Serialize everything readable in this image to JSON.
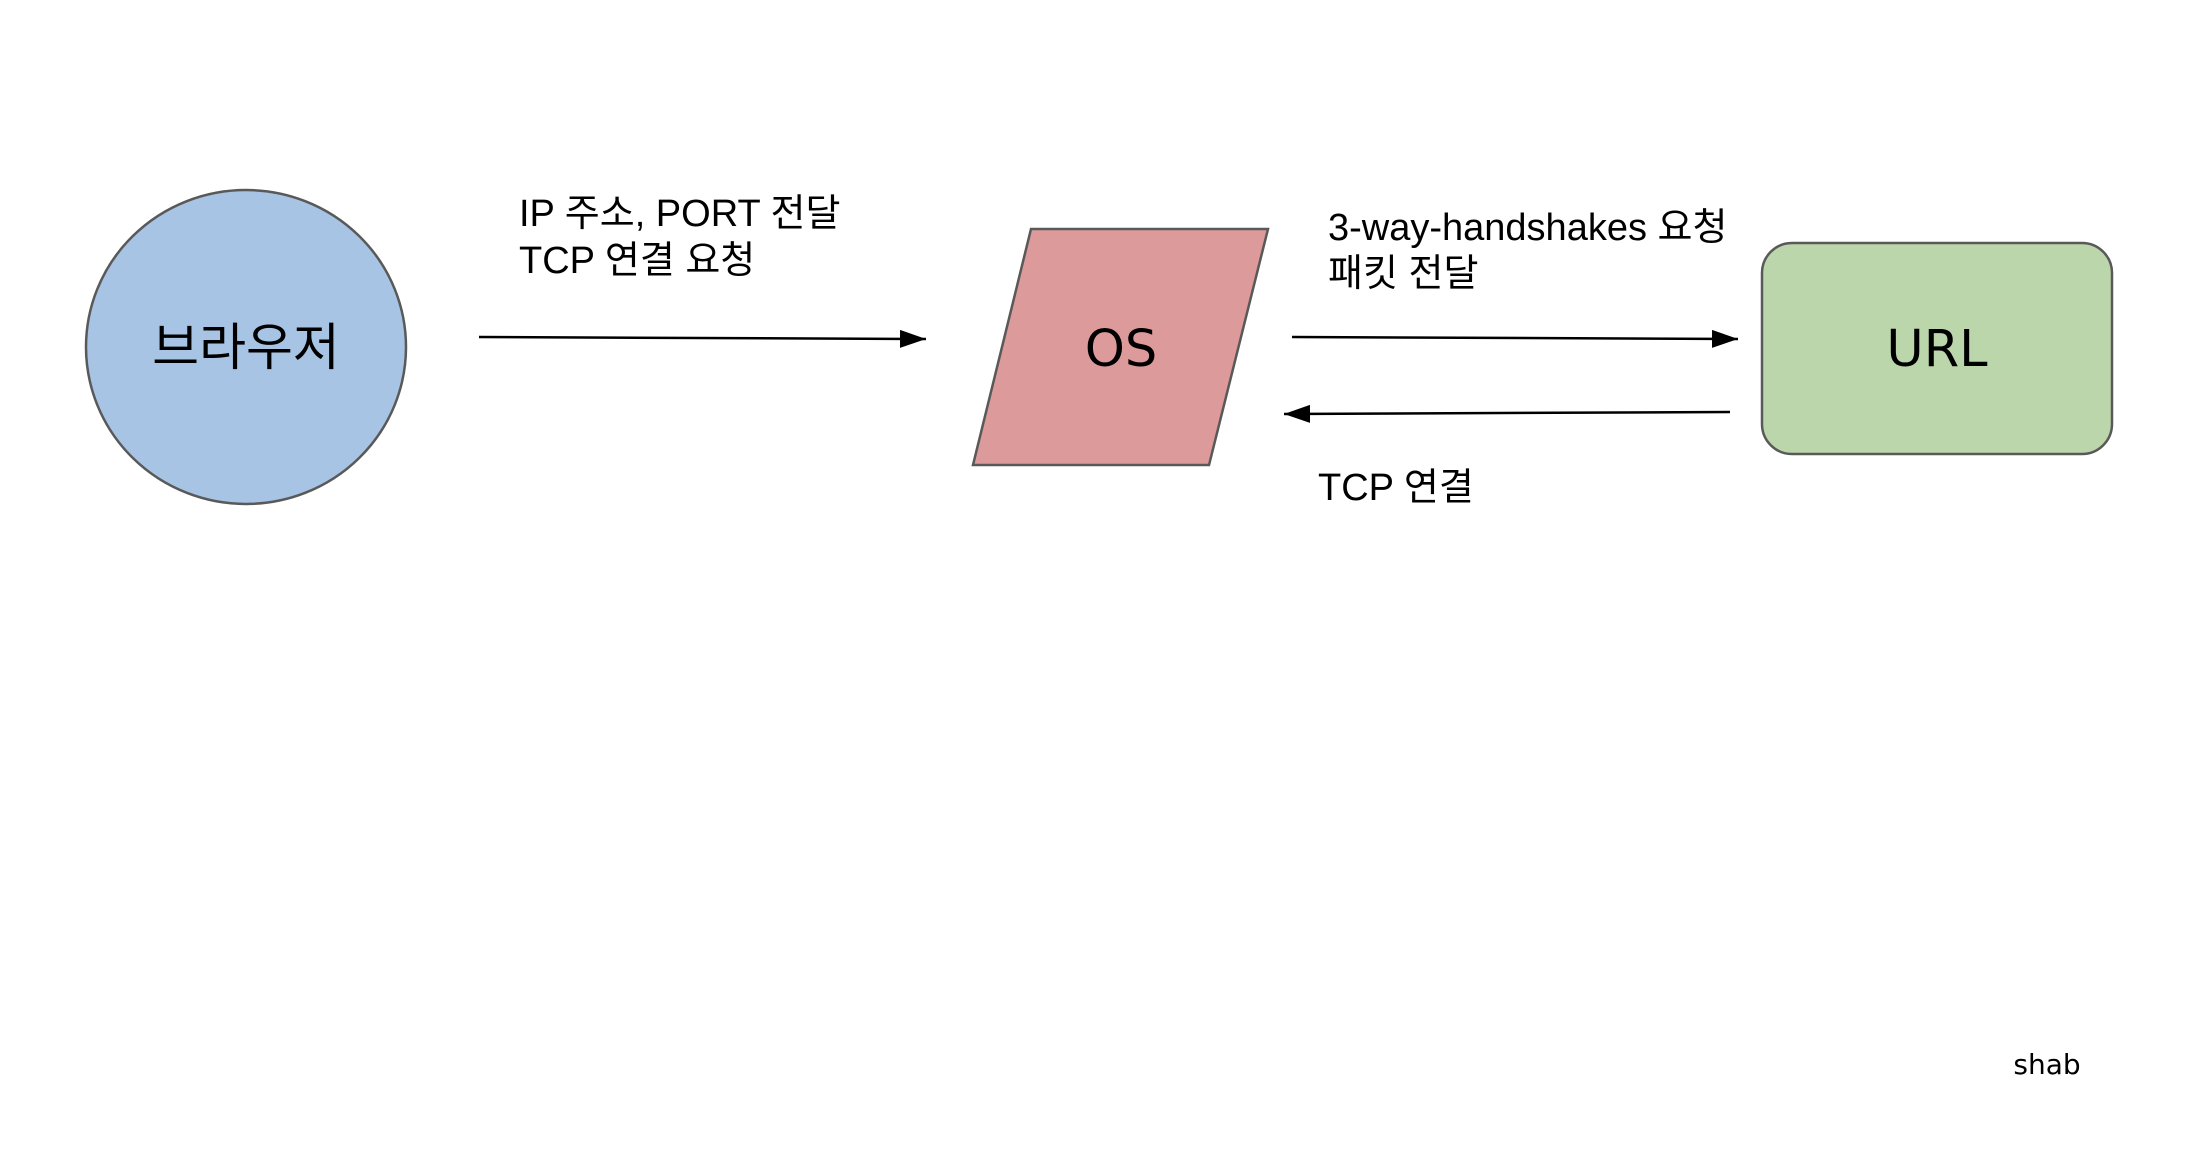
{
  "nodes": {
    "browser": {
      "label": "브라우저",
      "shape": "circle",
      "fill": "#a7c4e5",
      "stroke": "#595959"
    },
    "os": {
      "label": "OS",
      "shape": "parallelogram",
      "fill": "#dd9a9a",
      "stroke": "#595959"
    },
    "url": {
      "label": "URL",
      "shape": "rounded-rectangle",
      "fill": "#bcd6ab",
      "stroke": "#595959"
    }
  },
  "edges": {
    "browser_to_os": {
      "line1": "IP 주소, PORT 전달",
      "line2": "TCP 연결 요청",
      "direction": "right"
    },
    "os_to_url": {
      "line1": "3-way-handshakes 요청",
      "line2": "패킷 전달",
      "direction": "right"
    },
    "url_to_os": {
      "line1": "TCP 연결",
      "direction": "left"
    }
  },
  "signature": "shab",
  "colors": {
    "line": "#000000",
    "background": "#ffffff"
  }
}
